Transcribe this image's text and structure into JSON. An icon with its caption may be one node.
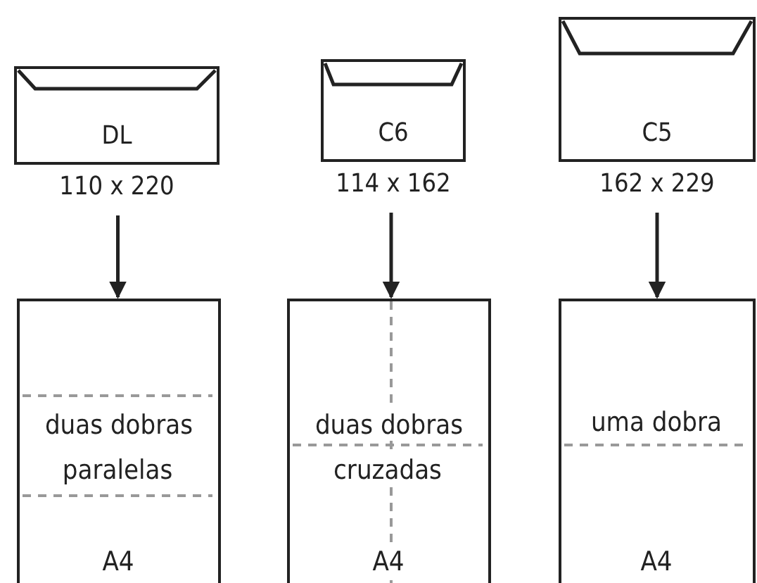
{
  "diagram": {
    "nodes": [
      {
        "text": [
          "DL"
        ],
        "beside": [
          "110 x 220"
        ]
      },
      {
        "text": [
          "C6"
        ],
        "beside": [
          "114 x 162"
        ]
      },
      {
        "text": [
          "C5"
        ],
        "beside": [
          "162 x 229"
        ]
      },
      {
        "text": [
          "duas dobras paralelas",
          "A4"
        ]
      },
      {
        "text": [
          "duas dobras cruzadas",
          "A4"
        ]
      },
      {
        "text": [
          "uma dobra",
          "A4"
        ]
      }
    ],
    "edges": [
      {
        "from": 0,
        "to": 3,
        "arrow": "to"
      },
      {
        "from": 1,
        "to": 4,
        "arrow": "to"
      },
      {
        "from": 2,
        "to": 5,
        "arrow": "to"
      }
    ]
  }
}
